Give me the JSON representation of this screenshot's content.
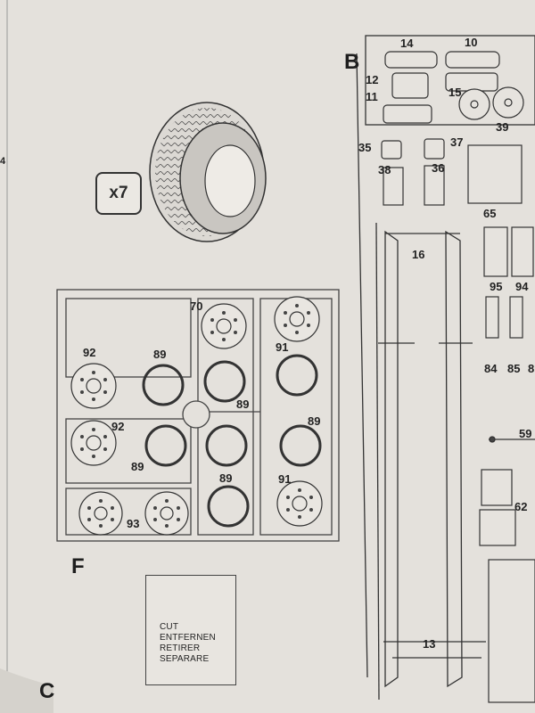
{
  "tire": {
    "quantity": "x7"
  },
  "sections": {
    "B": "B",
    "F": "F",
    "C": "C"
  },
  "sprue_f": {
    "parts": {
      "p70": "70",
      "p92a": "92",
      "p89a": "89",
      "p89b": "89",
      "p91a": "91",
      "p92b": "92",
      "p89c": "89",
      "p89d": "89",
      "p89e": "89",
      "p91b": "91",
      "p93": "93"
    }
  },
  "sprue_b": {
    "parts": {
      "p14": "14",
      "p10": "10",
      "p12": "12",
      "p11": "11",
      "p15": "15",
      "p39": "39",
      "p35": "35",
      "p37": "37",
      "p38": "38",
      "p36": "36",
      "p65": "65",
      "p16": "16",
      "p95": "95",
      "p94": "94",
      "p84": "84",
      "p85": "85",
      "p86": "8",
      "p59": "59",
      "p62": "62",
      "p13": "13"
    }
  },
  "cut_notice": {
    "lines": [
      "CUT",
      "ENTFERNEN",
      "RETIRER",
      "SEPARARE"
    ]
  },
  "margin_text": {
    "left_number": "4"
  }
}
